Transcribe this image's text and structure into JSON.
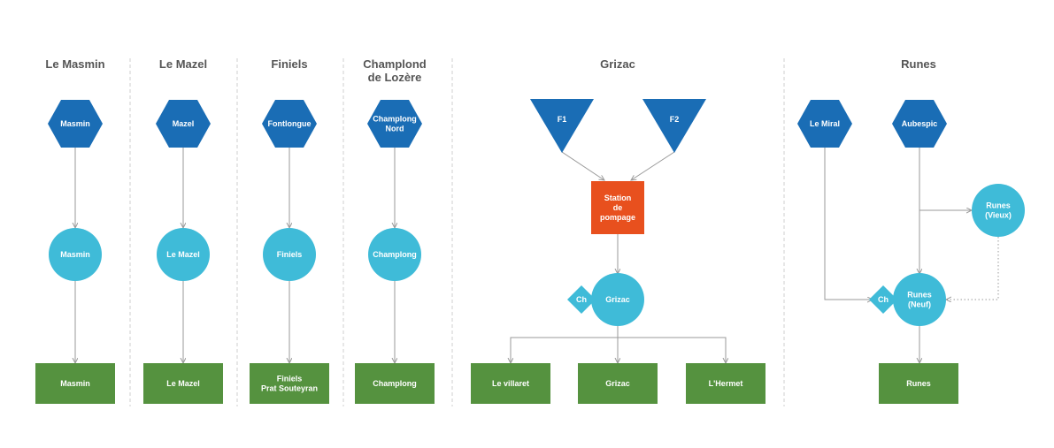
{
  "colors": {
    "source": "#1a6db5",
    "treatment": "#3fbbd8",
    "distribution": "#55923f",
    "pumping": "#e8501e",
    "edge": "#9a9a9a",
    "title": "#555555"
  },
  "columns": [
    {
      "id": "masmin",
      "title_lines": [
        "Le Masmin"
      ]
    },
    {
      "id": "mazel",
      "title_lines": [
        "Le Mazel"
      ]
    },
    {
      "id": "finiels",
      "title_lines": [
        "Finiels"
      ]
    },
    {
      "id": "champlond",
      "title_lines": [
        "Champlond",
        "de Lozère"
      ]
    },
    {
      "id": "grizac",
      "title_lines": [
        "Grizac"
      ]
    },
    {
      "id": "runes",
      "title_lines": [
        "Runes"
      ]
    }
  ],
  "nodes": [
    {
      "id": "src-masmin",
      "shape": "hexagon",
      "lines": [
        "Masmin"
      ]
    },
    {
      "id": "trt-masmin",
      "shape": "circle",
      "lines": [
        "Masmin"
      ]
    },
    {
      "id": "dst-masmin",
      "shape": "rect",
      "lines": [
        "Masmin"
      ]
    },
    {
      "id": "src-mazel",
      "shape": "hexagon",
      "lines": [
        "Mazel"
      ]
    },
    {
      "id": "trt-mazel",
      "shape": "circle",
      "lines": [
        "Le Mazel"
      ]
    },
    {
      "id": "dst-mazel",
      "shape": "rect",
      "lines": [
        "Le Mazel"
      ]
    },
    {
      "id": "src-fontlongue",
      "shape": "hexagon",
      "lines": [
        "Fontlongue"
      ]
    },
    {
      "id": "trt-finiels",
      "shape": "circle",
      "lines": [
        "Finiels"
      ]
    },
    {
      "id": "dst-finiels",
      "shape": "rect",
      "lines": [
        "Finiels",
        "Prat Souteyran"
      ]
    },
    {
      "id": "src-champlong-nord",
      "shape": "hexagon",
      "lines": [
        "Champlong",
        "Nord"
      ]
    },
    {
      "id": "trt-champlong",
      "shape": "circle",
      "lines": [
        "Champlong"
      ]
    },
    {
      "id": "dst-champlong",
      "shape": "rect",
      "lines": [
        "Champlong"
      ]
    },
    {
      "id": "src-f1",
      "shape": "triangle",
      "lines": [
        "F1"
      ]
    },
    {
      "id": "src-f2",
      "shape": "triangle",
      "lines": [
        "F2"
      ]
    },
    {
      "id": "pump-grizac",
      "shape": "pump",
      "lines": [
        "Station",
        "de",
        "pompage"
      ]
    },
    {
      "id": "trt-grizac",
      "shape": "circle",
      "lines": [
        "Grizac"
      ]
    },
    {
      "id": "ch-grizac",
      "shape": "diamond",
      "lines": [
        "Ch"
      ]
    },
    {
      "id": "dst-villaret",
      "shape": "rect",
      "lines": [
        "Le villaret"
      ]
    },
    {
      "id": "dst-grizac",
      "shape": "rect",
      "lines": [
        "Grizac"
      ]
    },
    {
      "id": "dst-hermet",
      "shape": "rect",
      "lines": [
        "L'Hermet"
      ]
    },
    {
      "id": "src-miral",
      "shape": "hexagon",
      "lines": [
        "Le Miral"
      ]
    },
    {
      "id": "src-aubespic",
      "shape": "hexagon",
      "lines": [
        "Aubespic"
      ]
    },
    {
      "id": "trt-runes-vieux",
      "shape": "circle",
      "lines": [
        "Runes",
        "(Vieux)"
      ]
    },
    {
      "id": "trt-runes-neuf",
      "shape": "circle",
      "lines": [
        "Runes",
        "(Neuf)"
      ]
    },
    {
      "id": "ch-runes",
      "shape": "diamond",
      "lines": [
        "Ch"
      ]
    },
    {
      "id": "dst-runes",
      "shape": "rect",
      "lines": [
        "Runes"
      ]
    }
  ],
  "edges": [
    {
      "from": "src-masmin",
      "to": "trt-masmin"
    },
    {
      "from": "trt-masmin",
      "to": "dst-masmin"
    },
    {
      "from": "src-mazel",
      "to": "trt-mazel"
    },
    {
      "from": "trt-mazel",
      "to": "dst-mazel"
    },
    {
      "from": "src-fontlongue",
      "to": "trt-finiels"
    },
    {
      "from": "trt-finiels",
      "to": "dst-finiels"
    },
    {
      "from": "src-champlong-nord",
      "to": "trt-champlong"
    },
    {
      "from": "trt-champlong",
      "to": "dst-champlong"
    },
    {
      "from": "src-f1",
      "to": "pump-grizac"
    },
    {
      "from": "src-f2",
      "to": "pump-grizac"
    },
    {
      "from": "pump-grizac",
      "to": "trt-grizac"
    },
    {
      "from": "trt-grizac",
      "to": "dst-villaret"
    },
    {
      "from": "trt-grizac",
      "to": "dst-grizac"
    },
    {
      "from": "trt-grizac",
      "to": "dst-hermet"
    },
    {
      "from": "src-miral",
      "to": "ch-runes"
    },
    {
      "from": "src-aubespic",
      "to": "trt-runes-vieux"
    },
    {
      "from": "src-aubespic",
      "to": "trt-runes-neuf"
    },
    {
      "from": "trt-runes-vieux",
      "to": "trt-runes-neuf",
      "style": "dotted"
    },
    {
      "from": "trt-runes-neuf",
      "to": "dst-runes"
    }
  ]
}
